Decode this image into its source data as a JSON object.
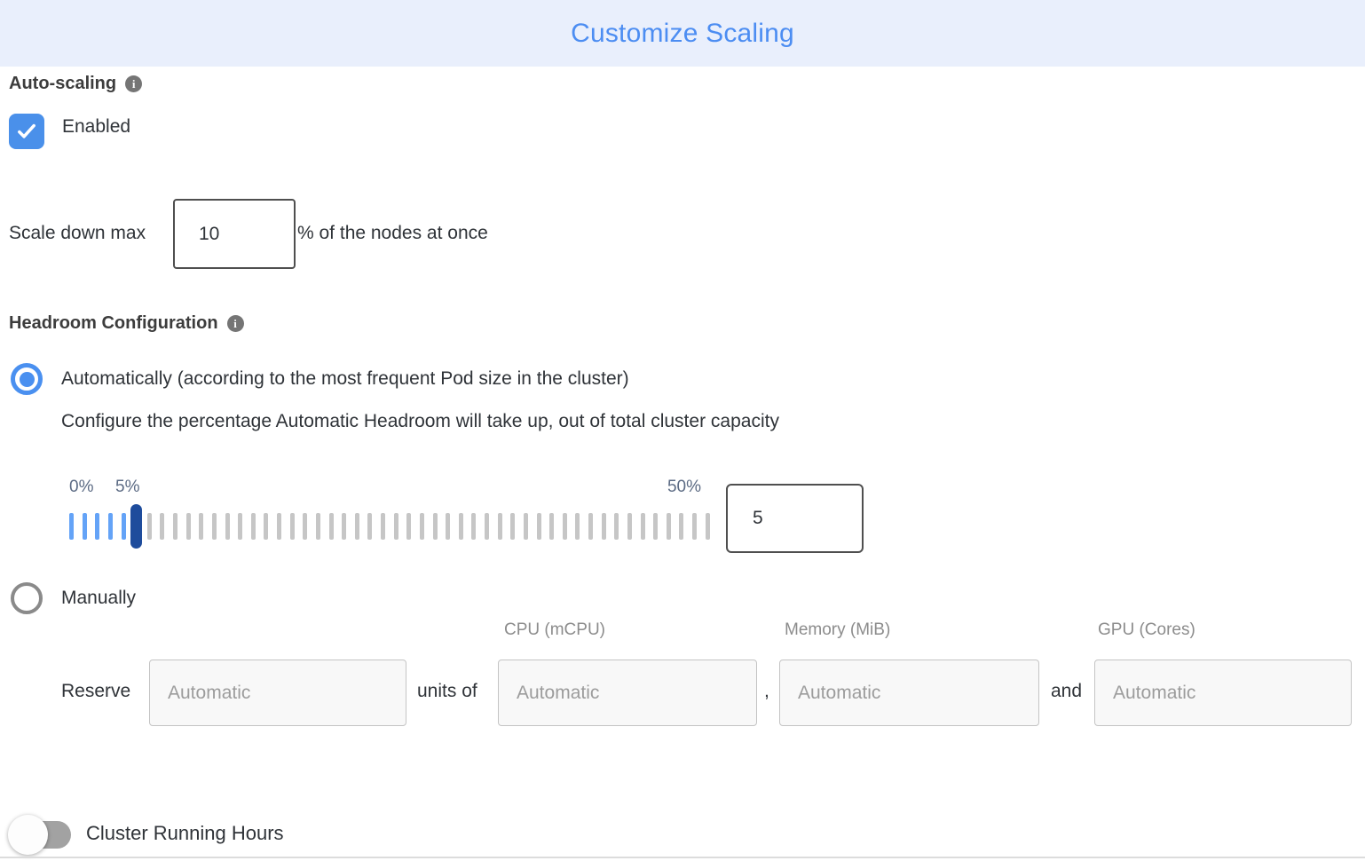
{
  "header": {
    "title": "Customize Scaling"
  },
  "auto_scaling": {
    "label": "Auto-scaling",
    "enabled_label": "Enabled",
    "checked": true
  },
  "scale_down": {
    "label": "Scale down max",
    "value": "10",
    "suffix": "% of the nodes at once"
  },
  "headroom": {
    "label": "Headroom Configuration",
    "automatic_option": "Automatically (according to the most frequent Pod size in the cluster)",
    "description": "Configure the percentage Automatic Headroom will take up, out of total cluster capacity",
    "slider": {
      "min_label": "0%",
      "current_label": "5%",
      "max_label": "50%",
      "value": "5",
      "tick_count": 50,
      "blue_tick_count": 6,
      "handle_index": 5
    },
    "manual_option": "Manually"
  },
  "manual_reserve": {
    "label": "Reserve",
    "units_of_label": "units of",
    "comma_label": ",",
    "and_label": "and",
    "placeholder": "Automatic",
    "columns": {
      "cpu": "CPU (mCPU)",
      "memory": "Memory (MiB)",
      "gpu": "GPU (Cores)"
    }
  },
  "cluster_running_hours": {
    "label": "Cluster Running Hours",
    "enabled": false
  },
  "colors": {
    "accent": "#4c8df2",
    "banner_bg": "#e9effc",
    "checkbox_blue": "#4a90ea",
    "slider_handle": "#1e4c9c",
    "tick_blue": "#64a3f7",
    "tick_gray": "#c6c6c6"
  }
}
